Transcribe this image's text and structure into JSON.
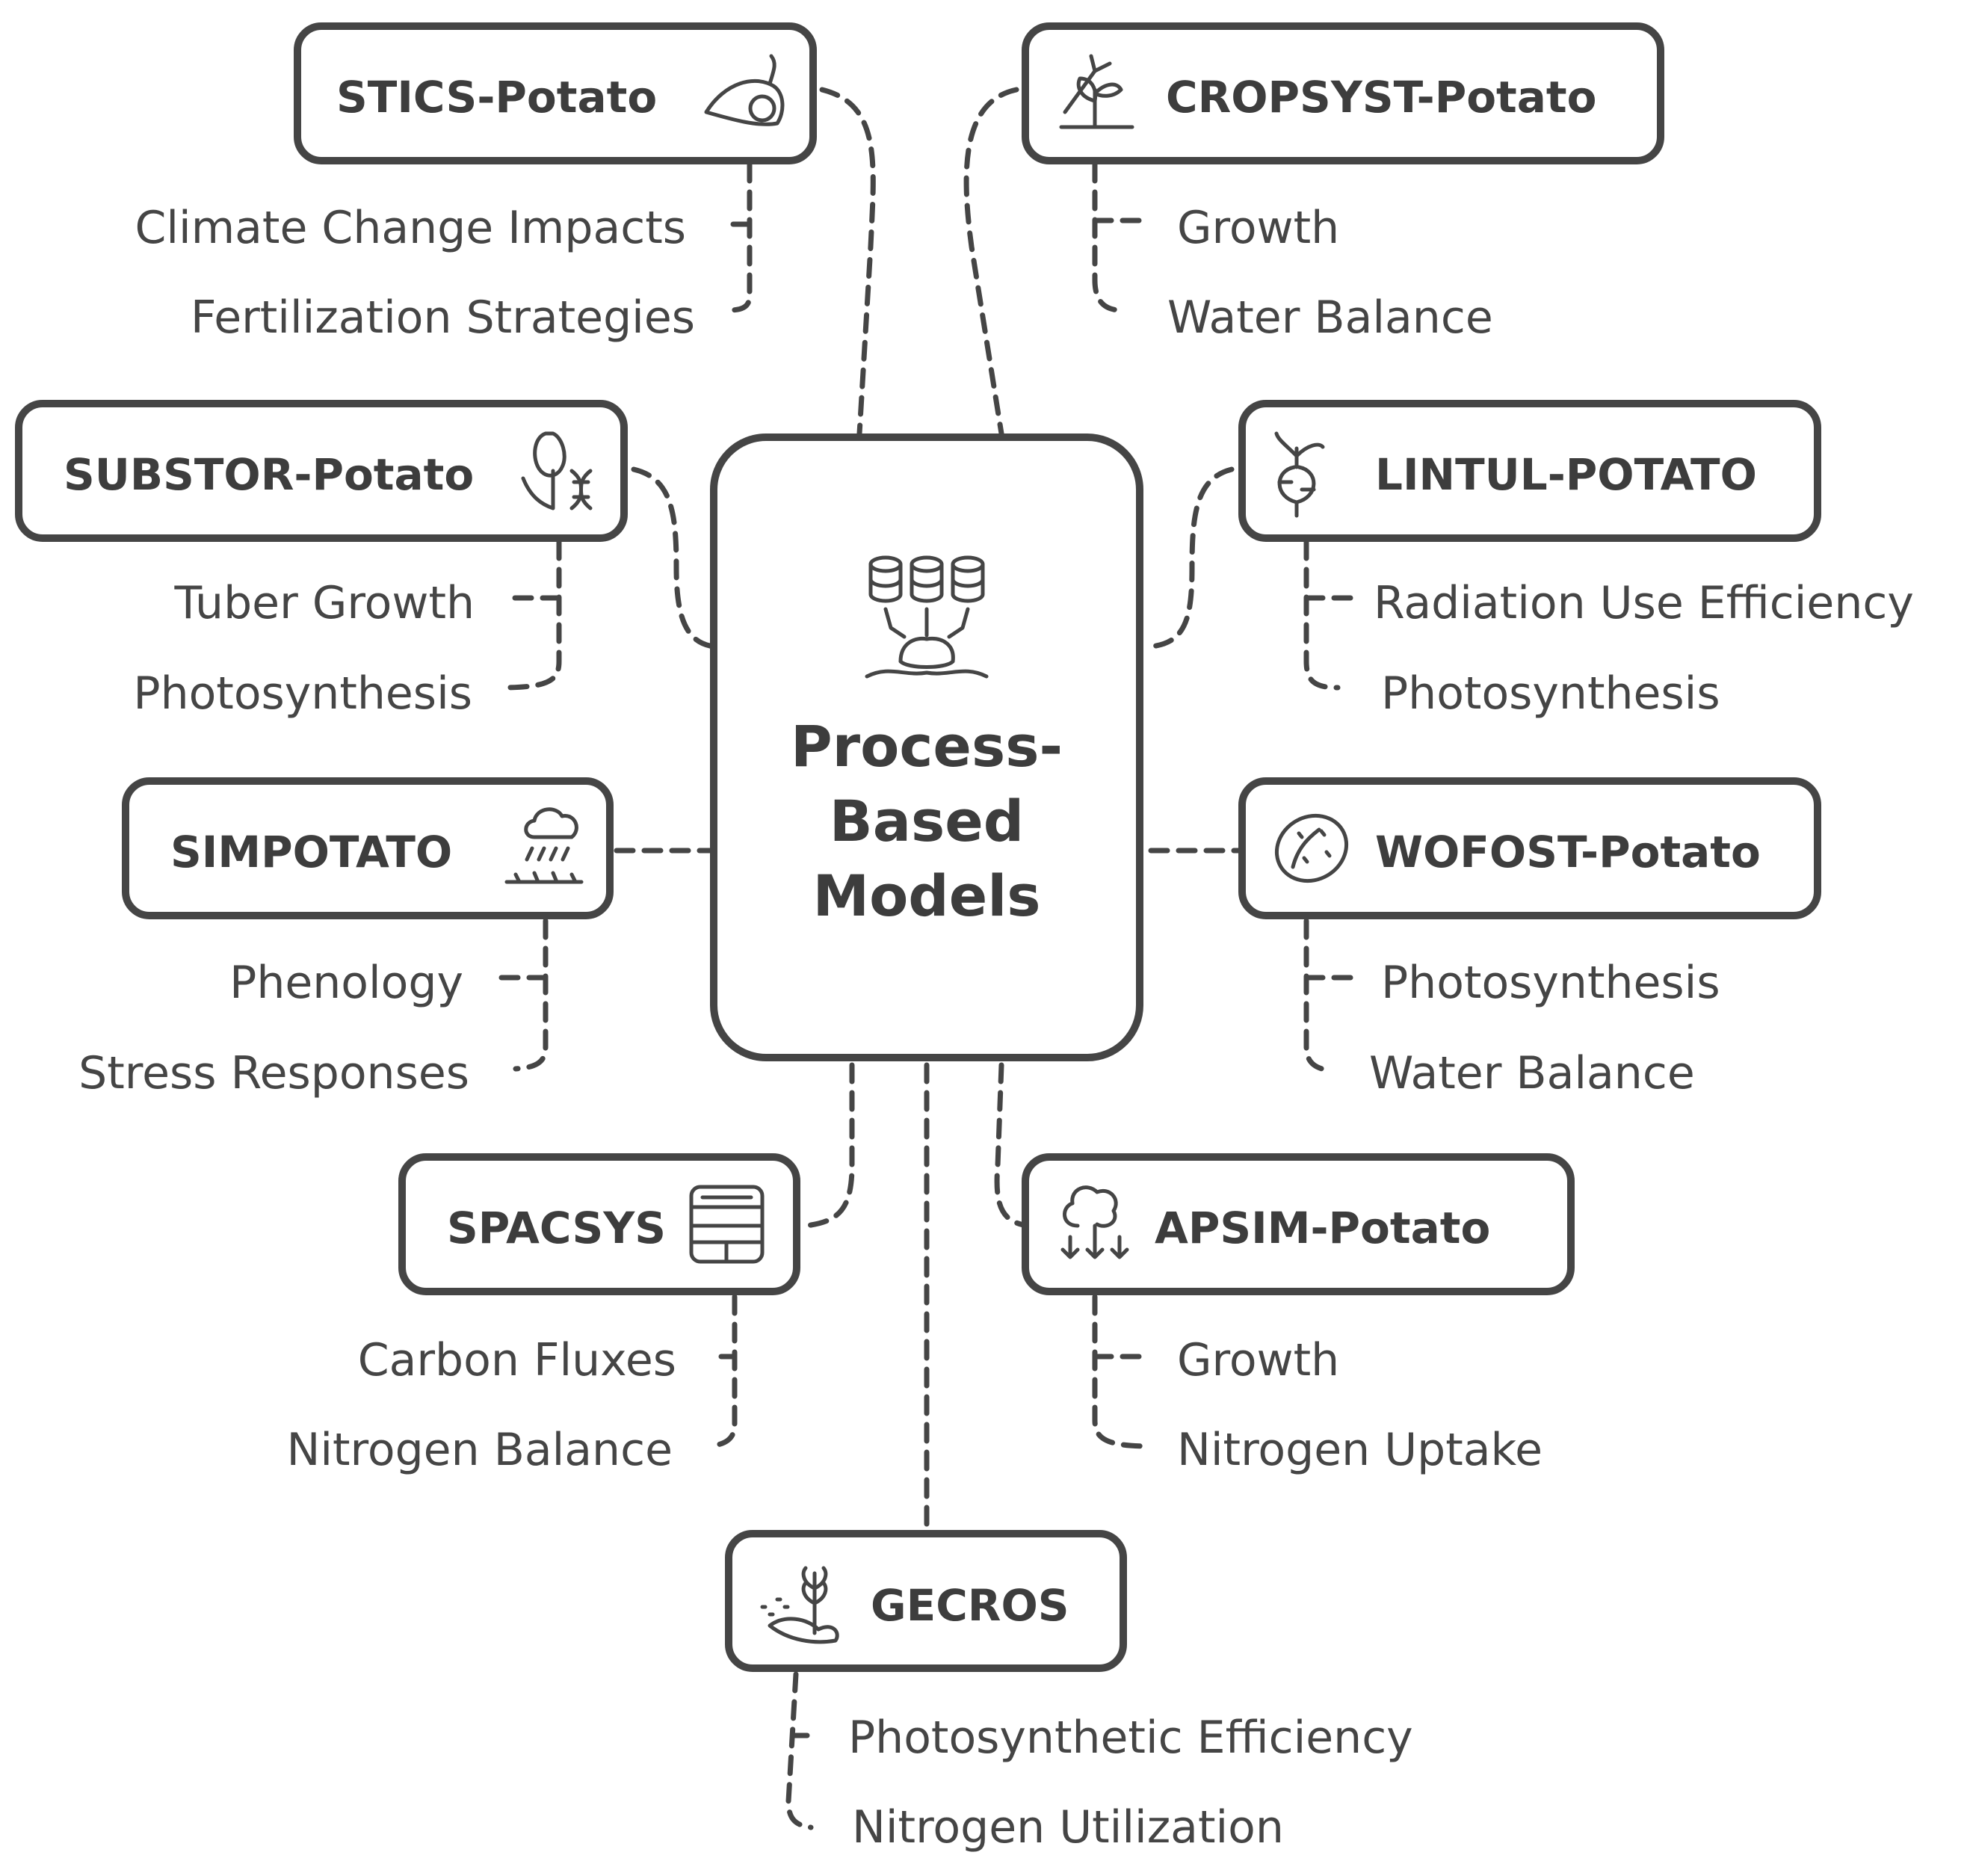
{
  "center": {
    "title_lines": [
      "Process-",
      "Based",
      "Models"
    ],
    "icon": "database-brain-icon"
  },
  "models": [
    {
      "name": "STICS-Potato",
      "icon": "potato-plant-icon",
      "items": [
        "Climate Change Impacts",
        "Fertilization Strategies"
      ]
    },
    {
      "name": "CROPSYST-Potato",
      "icon": "growing-plant-icon",
      "items": [
        "Growth",
        "Water Balance"
      ]
    },
    {
      "name": "SUBSTOR-Potato",
      "icon": "plant-dna-icon",
      "items": [
        "Tuber Growth",
        "Photosynthesis"
      ]
    },
    {
      "name": "LINTUL-POTATO",
      "icon": "root-vegetable-icon",
      "items": [
        "Radiation Use Efficiency",
        "Photosynthesis"
      ]
    },
    {
      "name": "SIMPOTATO",
      "icon": "rain-cloud-icon",
      "items": [
        "Phenology",
        "Stress Responses"
      ]
    },
    {
      "name": "WOFOST-Potato",
      "icon": "potato-icon",
      "items": [
        "Photosynthesis",
        "Water Balance"
      ]
    },
    {
      "name": "SPACSYS",
      "icon": "layers-grid-icon",
      "items": [
        "Carbon Fluxes",
        "Nitrogen Balance"
      ]
    },
    {
      "name": "APSIM-Potato",
      "icon": "tree-roots-icon",
      "items": [
        "Growth",
        "Nitrogen Uptake"
      ]
    },
    {
      "name": "GECROS",
      "icon": "wheat-soil-icon",
      "items": [
        "Photosynthetic Efficiency",
        "Nitrogen Utilization"
      ]
    }
  ]
}
